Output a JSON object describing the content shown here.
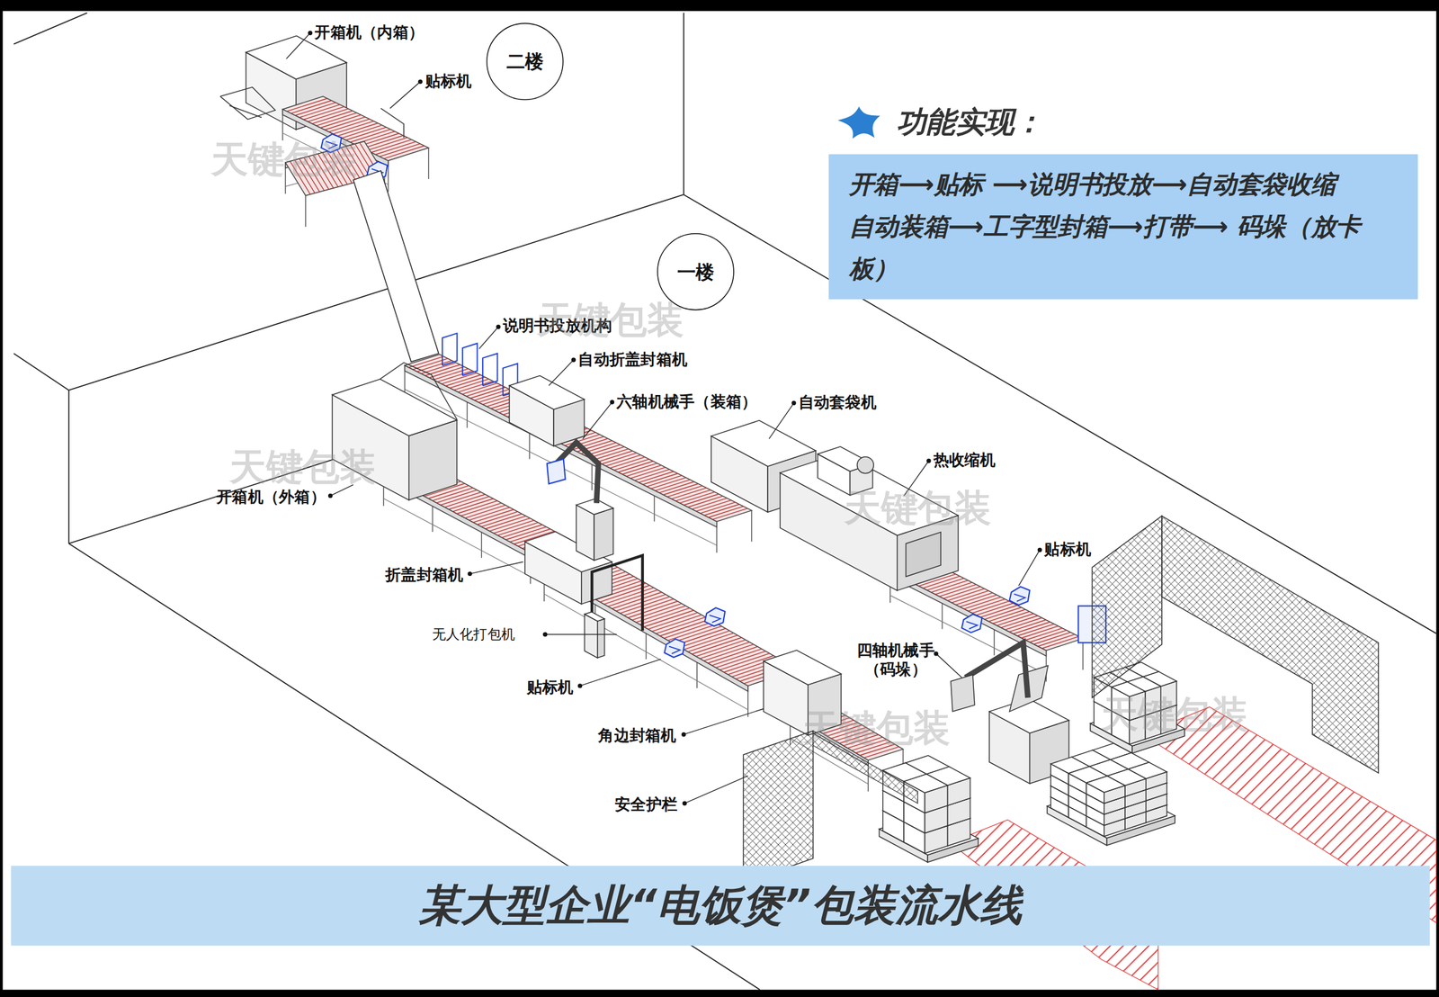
{
  "diagram": {
    "title": "某大型企业“电饭煲”包装流水线",
    "nodes": [
      {
        "text": [
          "二楼"
        ]
      },
      {
        "text": [
          "功能实现：",
          "开箱⟶贴标 ⟶说明书投放⟶自动套袋收缩",
          "自动装箱⟶工字型封箱⟶打带⟶ 码垛（放卡板）"
        ]
      },
      {
        "text": [
          "一楼"
        ]
      }
    ],
    "labels": [
      "开箱机（内箱）",
      "贴标机",
      "说明书投放机构",
      "自动折盖封箱机",
      "六轴机械手（装箱）",
      "自动套袋机",
      "热收缩机",
      "贴标机",
      "开箱机（外箱）",
      "折盖封箱机",
      "四轴机械手 （码垛）",
      "无人化打包机",
      "贴标机",
      "角边封箱机",
      "安全护栏",
      "天键包装",
      "天键包装",
      "天键包装",
      "天键包装",
      "天键包装",
      "天键包装"
    ]
  }
}
